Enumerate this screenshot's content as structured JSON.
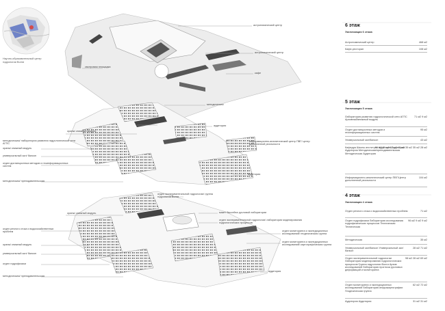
{
  "inset_caption": [
    "Научно-образовательный центр",
    "гидрологии Волги"
  ],
  "left_labels": {
    "f6": [
      {
        "id": "smotrovaya",
        "text": "смотровая площадка"
      }
    ],
    "f5": [
      {
        "id": "orangereya-knizhny",
        "text": "оранж/ книжный модуль"
      },
      {
        "id": "metod-lab",
        "text": "методическая/ лаборатория развития гидрологической сети АГПС"
      },
      {
        "id": "orangereya-modul",
        "text": "оранж/ книжный модуль"
      },
      {
        "id": "universalny-zal",
        "text": "универсальный зал/ балкон"
      },
      {
        "id": "otdel-distancionnyh",
        "text": "отдел дистанционных методов и геоинформационных систем"
      },
      {
        "id": "metod-prepodavatelskaya",
        "text": "методическая/ преподавательская"
      }
    ],
    "f4": [
      {
        "id": "orangereya-4",
        "text": "оранж/ книжный модуль"
      },
      {
        "id": "otdel-rechnogo-stoka",
        "text": "отдел речного стока и водохозяйственных проблем"
      },
      {
        "id": "orangereya-modul-4",
        "text": "оранж/ книжный модуль"
      },
      {
        "id": "universalny-zal-4",
        "text": "универсальный зал/ балкон"
      },
      {
        "id": "otdel-gidrofiziki",
        "text": "отдел гидрофизики"
      },
      {
        "id": "metod-prepodavatelskaya-4",
        "text": "методическая/ преподавательская"
      }
    ]
  },
  "center_labels": {
    "astronomichesky_1": "астрономический центр",
    "astronomichesky_2": "астрономический центр",
    "kafe": "кафе",
    "metodicheskaya": "методическая",
    "auditoriya_5": "аудитория",
    "info_center": "информационно-аналитический центр ПВГ/ центр дополненной реальности",
    "auditoriya_5b": "аудитория",
    "otdel_eksp": "отдел экспериментальной гидрологии/ группа гидрологии Волги",
    "maket": "макет бассейна русловой лаборатории",
    "otdel_eksp2": "отдел экспериментальной гидрологии/ лаборатория моделирования гидрологических процессов",
    "otdel_monitoringa": "отдел мониторинга и экспедиционных исследований/ геодезическая группа",
    "otdel_monitoringa2": "отдел мониторинга и экспедиционных исследований/ картографическая группа",
    "auditoriya_4": "аудитория"
  },
  "floors": [
    {
      "title": "6 этаж",
      "subtitle": "Экспликация 6 этажа",
      "rooms": [
        {
          "name": "Астрономический центр",
          "area": "468 м2"
        },
        {
          "name": "Кафе-ресторан",
          "area": "108 м2"
        }
      ]
    },
    {
      "title": "5 этаж",
      "subtitle": "Экспликация 5 этажа",
      "rooms": [
        {
          "name": "Лаборатория развития гидрологической сети АГПС Архивный/книжный модуль",
          "area": "71 м2 9 м2"
        },
        {
          "name": "Отдел дистанционных методов и геоинформационных систем",
          "area": "95 м2"
        },
        {
          "name": "Универсальный зал/балкон",
          "area": "43 м2"
        },
        {
          "name": "Кафедра Школы института Аудитория Аудитория Аудитория Методическая/преподавательская Методическая Аудитория",
          "area": "96 м2 31 м2 32 м2 42 м2 35 м2 35 м2 28 м2"
        },
        {
          "name": "Информационно-аналитический центр ПВГ/Центр дополненной реальности",
          "area": "104 м2"
        }
      ]
    },
    {
      "title": "4 этаж",
      "subtitle": "Экспликация 4 этажа",
      "rooms": [
        {
          "name": "Отдел речного стока и водохозяйственных проблем",
          "area": "71 м2"
        },
        {
          "name": "Отдел гидрофизики Лаборатория исследования гидрофизических процессов Техническая Техническая",
          "area": "96 м2 9 м2 9 м2"
        },
        {
          "name": "Методическая",
          "area": "35 м2"
        },
        {
          "name": "Универсальный зал/балкон Универсальный зал/балкон",
          "area": "28 м2 71 м2"
        },
        {
          "name": "Отдел экспериментальной гидрологии Лаборатория моделирования гидрологических процессов Группа гидрологии Волги Архив исследований Лаборатория прогноза русловых деформаций и мониторинга",
          "area": "98 м2 28 м2 69 м2"
        },
        {
          "name": "Отдел мониторинга и экспедиционных исследований Лаборатория инфракартографии Геодезическая группа",
          "area": "62 м2 72 м2"
        },
        {
          "name": "Аудитория Аудитория",
          "area": "31 м2 31 м2"
        }
      ]
    }
  ]
}
